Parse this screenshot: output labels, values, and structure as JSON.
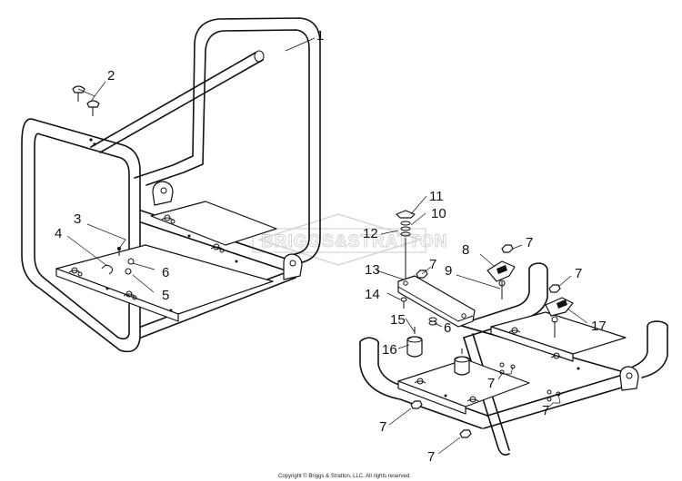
{
  "watermark": "BRIGGS&STRATTON",
  "copyright": "Copyright © Briggs & Stratton, LLC. All rights reserved.",
  "callouts": {
    "c1": "1",
    "c2": "2",
    "c3": "3",
    "c4": "4",
    "c5": "5",
    "c6a": "6",
    "c11": "11",
    "c10": "10",
    "c12": "12",
    "c8": "8",
    "c7a": "7",
    "c13": "13",
    "c7b": "7",
    "c9": "9",
    "c7c": "7",
    "c14": "14",
    "c6b": "6",
    "c15": "15",
    "c17": "17",
    "c16": "16",
    "c7d": "7",
    "c7e": "7",
    "c7f": "7",
    "c7g": "7"
  },
  "colors": {
    "line": "#111111",
    "watermark": "#cfcfcf",
    "background": "#ffffff"
  }
}
